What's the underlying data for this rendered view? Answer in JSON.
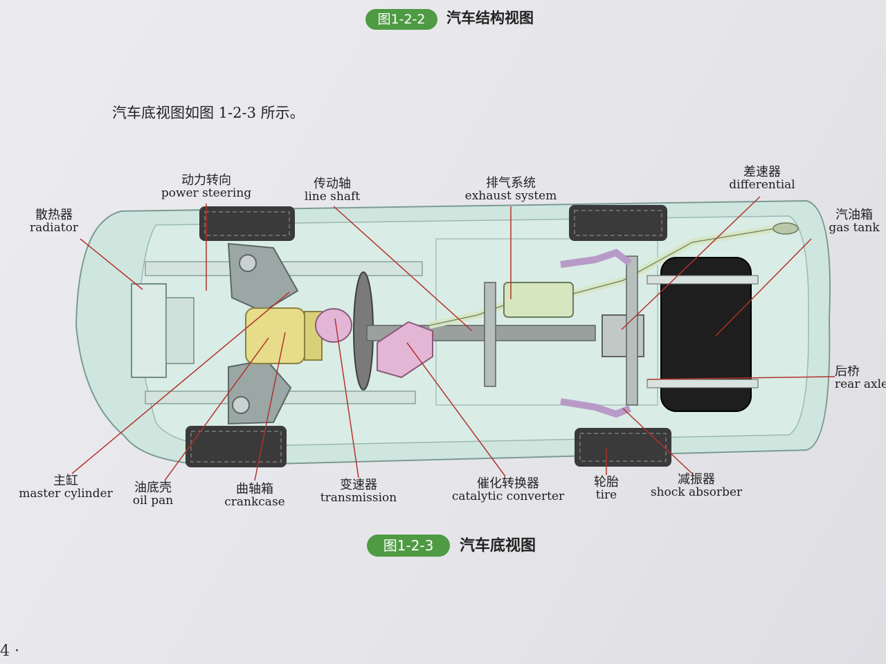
{
  "header": {
    "fig_number": "图1-2-2",
    "fig_title": "汽车结构视图"
  },
  "intro_text": "汽车底视图如图 1-2-3 所示。",
  "labels": {
    "power_steering": {
      "zh": "动力转向",
      "en": "power steering"
    },
    "line_shaft": {
      "zh": "传动轴",
      "en": "line shaft"
    },
    "exhaust_system": {
      "zh": "排气系统",
      "en": "exhaust system"
    },
    "differential": {
      "zh": "差速器",
      "en": "differential"
    },
    "radiator": {
      "zh": "散热器",
      "en": "radiator"
    },
    "gas_tank": {
      "zh": "汽油箱",
      "en": "gas tank"
    },
    "rear_axle": {
      "zh": "后桥",
      "en": "rear axle"
    },
    "master_cylinder": {
      "zh": "主缸",
      "en": "master cylinder"
    },
    "oil_pan": {
      "zh": "油底壳",
      "en": "oil pan"
    },
    "crankcase": {
      "zh": "曲轴箱",
      "en": "crankcase"
    },
    "transmission": {
      "zh": "变速器",
      "en": "transmission"
    },
    "catalytic_converter": {
      "zh": "催化转换器",
      "en": "catalytic converter"
    },
    "tire": {
      "zh": "轮胎",
      "en": "tire"
    },
    "shock_absorber": {
      "zh": "减振器",
      "en": "shock absorber"
    }
  },
  "caption": {
    "fig_number": "图1-2-3",
    "fig_title": "汽车底视图"
  },
  "page_number": "4 ·",
  "colors": {
    "badge_green": "#4f9b44",
    "body_fill": "#cfe6df",
    "leader_line": "#b3312b",
    "tire": "#3a3a3a",
    "engine_yellow": "#e6dc8a",
    "converter_pink": "#e3b6d6",
    "muffler_green": "#d6e6bf",
    "tank_black": "#1e1e1e"
  }
}
